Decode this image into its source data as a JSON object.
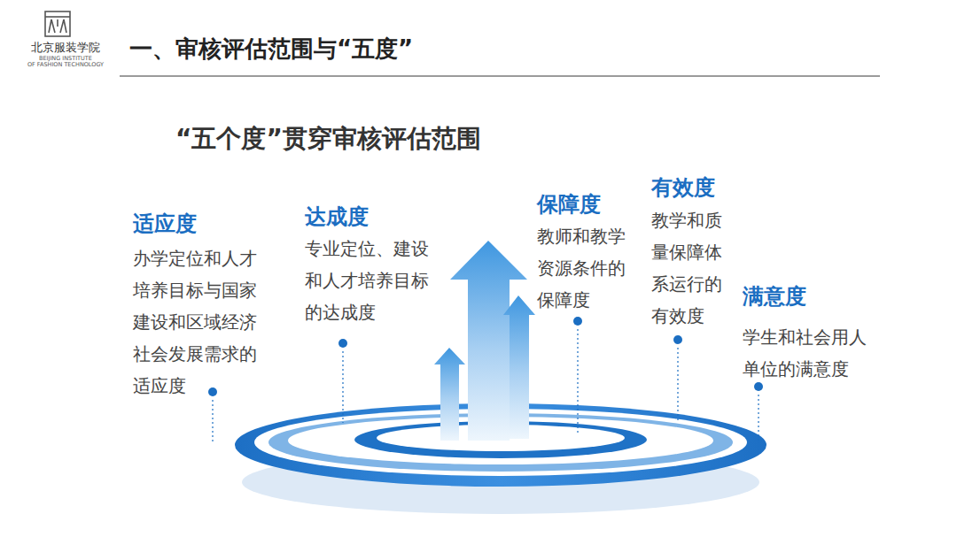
{
  "diagram": {
    "title": "一、审核评估范围与“五度”",
    "labels": [
      "北京服装学院",
      "BEIJING INSTITUTE",
      "OF FASHION TECHNOLOGY",
      "“五个度”贯穿审核评估范围",
      "适应度",
      "办学定位和人才培养目标与国家建设和区域经济社会发展需求的适应度",
      "达成度",
      "专业定位、建设和人才培养目标的达成度",
      "保障度",
      "教师和教学资源条件的保障度",
      "有效度",
      "教学和质量保障体系运行的有效度",
      "满意度",
      "学生和社会用人单位的满意度"
    ]
  }
}
